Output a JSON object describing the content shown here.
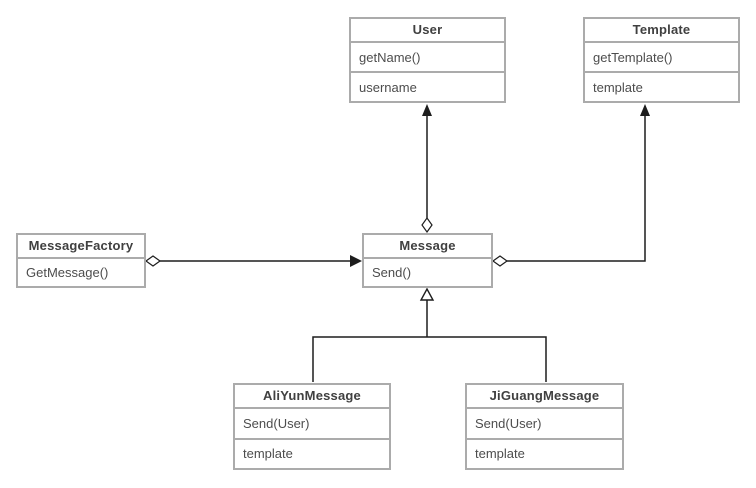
{
  "diagram": {
    "type": "uml-class-diagram",
    "colors": {
      "background": "#ffffff",
      "box_border": "#ababab",
      "box_fill": "#ffffff",
      "title_text": "#404040",
      "member_text": "#4d4d4d",
      "connector": "#1d1d1d"
    },
    "classes": {
      "user": {
        "name": "User",
        "rows": [
          "getName()",
          "username"
        ]
      },
      "template": {
        "name": "Template",
        "rows": [
          "getTemplate()",
          "template"
        ]
      },
      "message_factory": {
        "name": "MessageFactory",
        "rows": [
          "GetMessage()"
        ]
      },
      "message": {
        "name": "Message",
        "rows": [
          "Send()"
        ]
      },
      "aliyun_message": {
        "name": "AliYunMessage",
        "rows": [
          "Send(User)",
          "template"
        ]
      },
      "jiguang_message": {
        "name": "JiGuangMessage",
        "rows": [
          "Send(User)",
          "template"
        ]
      }
    },
    "relationships": [
      {
        "from": "Message",
        "to": "User",
        "type": "directed-aggregation",
        "from_end": "open-diamond",
        "to_end": "filled-arrow"
      },
      {
        "from": "Message",
        "to": "Template",
        "type": "directed-aggregation",
        "from_end": "open-diamond",
        "to_end": "filled-arrow"
      },
      {
        "from": "MessageFactory",
        "to": "Message",
        "type": "directed-aggregation",
        "from_end": "open-diamond",
        "to_end": "filled-arrow"
      },
      {
        "from": "AliYunMessage",
        "to": "Message",
        "type": "generalization",
        "to_end": "open-triangle"
      },
      {
        "from": "JiGuangMessage",
        "to": "Message",
        "type": "generalization",
        "to_end": "open-triangle"
      }
    ]
  }
}
